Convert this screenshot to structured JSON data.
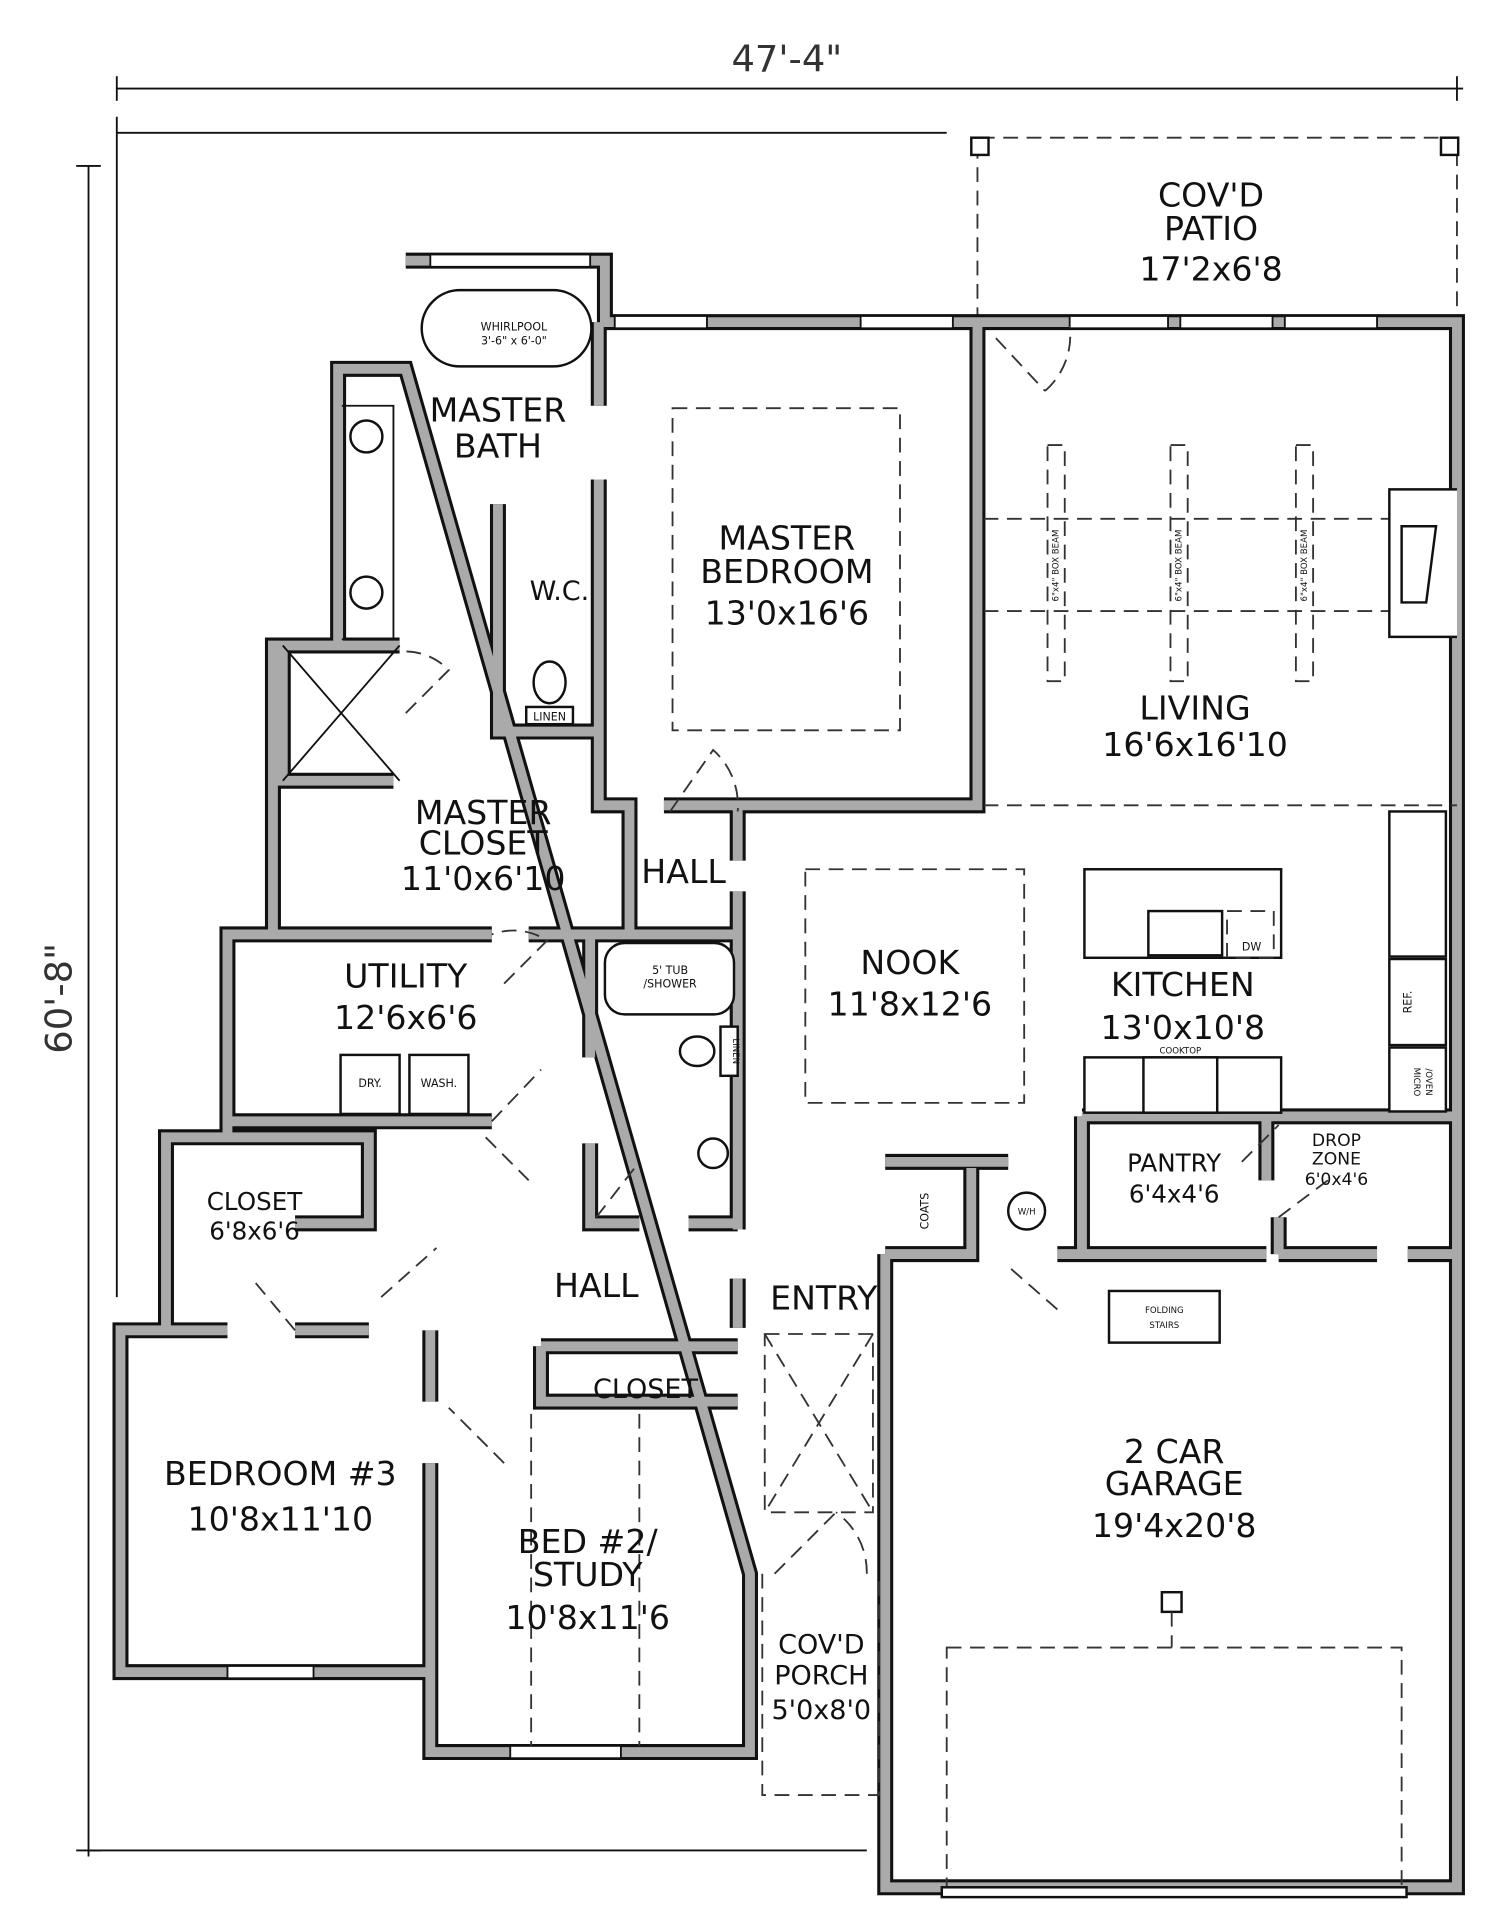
{
  "dimensions": {
    "width": "47'-4\"",
    "depth": "60'-8\""
  },
  "rooms": {
    "patio": {
      "name1": "COV'D",
      "name2": "PATIO",
      "size": "17'2x6'8"
    },
    "master_bath": {
      "name1": "MASTER",
      "name2": "BATH"
    },
    "wc": {
      "name": "W.C."
    },
    "master_bedroom": {
      "name1": "MASTER",
      "name2": "BEDROOM",
      "size": "13'0x16'6"
    },
    "living": {
      "name": "LIVING",
      "size": "16'6x16'10"
    },
    "master_closet": {
      "name1": "MASTER",
      "name2": "CLOSET",
      "size": "11'0x6'10"
    },
    "hall_upper": {
      "name": "HALL"
    },
    "nook": {
      "name": "NOOK",
      "size": "11'8x12'6"
    },
    "kitchen": {
      "name": "KITCHEN",
      "size": "13'0x10'8"
    },
    "utility": {
      "name": "UTILITY",
      "size": "12'6x6'6"
    },
    "pantry": {
      "name": "PANTRY",
      "size": "6'4x4'6"
    },
    "drop_zone": {
      "name1": "DROP",
      "name2": "ZONE",
      "size": "6'0x4'6"
    },
    "closet3": {
      "name": "CLOSET",
      "size": "6'8x6'6"
    },
    "hall_lower": {
      "name": "HALL"
    },
    "entry": {
      "name": "ENTRY"
    },
    "closet2": {
      "name": "CLOSET"
    },
    "bedroom3": {
      "name": "BEDROOM #3",
      "size": "10'8x11'10"
    },
    "bed2": {
      "name1": "BED #2/",
      "name2": "STUDY",
      "size": "10'8x11'6"
    },
    "porch": {
      "name1": "COV'D",
      "name2": "PORCH",
      "size": "5'0x8'0"
    },
    "garage": {
      "name1": "2 CAR",
      "name2": "GARAGE",
      "size": "19'4x20'8"
    }
  },
  "fixtures": {
    "whirlpool": "WHIRLPOOL",
    "whirlpool_size": "3'-6\" x 6'-0\"",
    "linen_master": "LINEN",
    "linen_bath": "LINEN",
    "tub": "5' TUB",
    "tub2": "/SHOWER",
    "dryer": "DRY.",
    "washer": "WASH.",
    "dw": "DW",
    "ref": "REF.",
    "micro": "MICRO",
    "oven": "/OVEN",
    "cooktop": "COOKTOP",
    "coats": "COATS",
    "wh": "W/H",
    "folding_stairs1": "FOLDING",
    "folding_stairs2": "STAIRS",
    "box_beam": "6\"x4\" BOX BEAM"
  }
}
